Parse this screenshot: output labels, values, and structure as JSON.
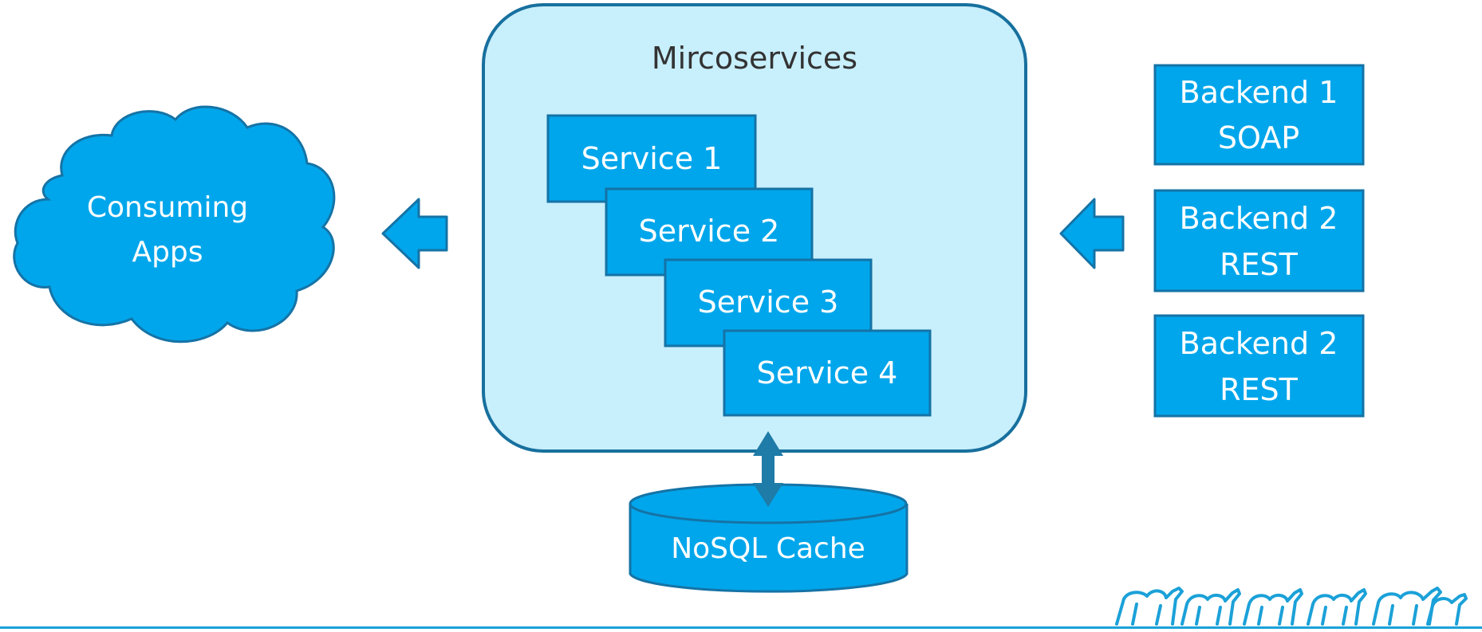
{
  "colors": {
    "box_fill": "#00a6eb",
    "box_stroke": "#1573a6",
    "panel_fill": "#c8effc",
    "panel_stroke": "#17709e",
    "text_light": "#ffffff",
    "text_dark": "#333333",
    "arrow_fill": "#00a6eb",
    "db_arrow": "#1f7ba7",
    "camels": "#1ba1d8"
  },
  "consumers": {
    "label_line1": "Consuming",
    "label_line2": "Apps"
  },
  "microservices": {
    "title": "Mircoservices",
    "services": [
      "Service 1",
      "Service 2",
      "Service 3",
      "Service 4"
    ]
  },
  "backends": [
    {
      "line1": "Backend 1",
      "line2": "SOAP"
    },
    {
      "line1": "Backend 2",
      "line2": "REST"
    },
    {
      "line1": "Backend 2",
      "line2": "REST"
    }
  ],
  "cache": {
    "label": "NoSQL Cache"
  },
  "icons": {
    "logo": "camel-caravan-logo",
    "left_arrow": "arrow-left-icon",
    "db_arrow": "double-arrow-vertical-icon"
  }
}
